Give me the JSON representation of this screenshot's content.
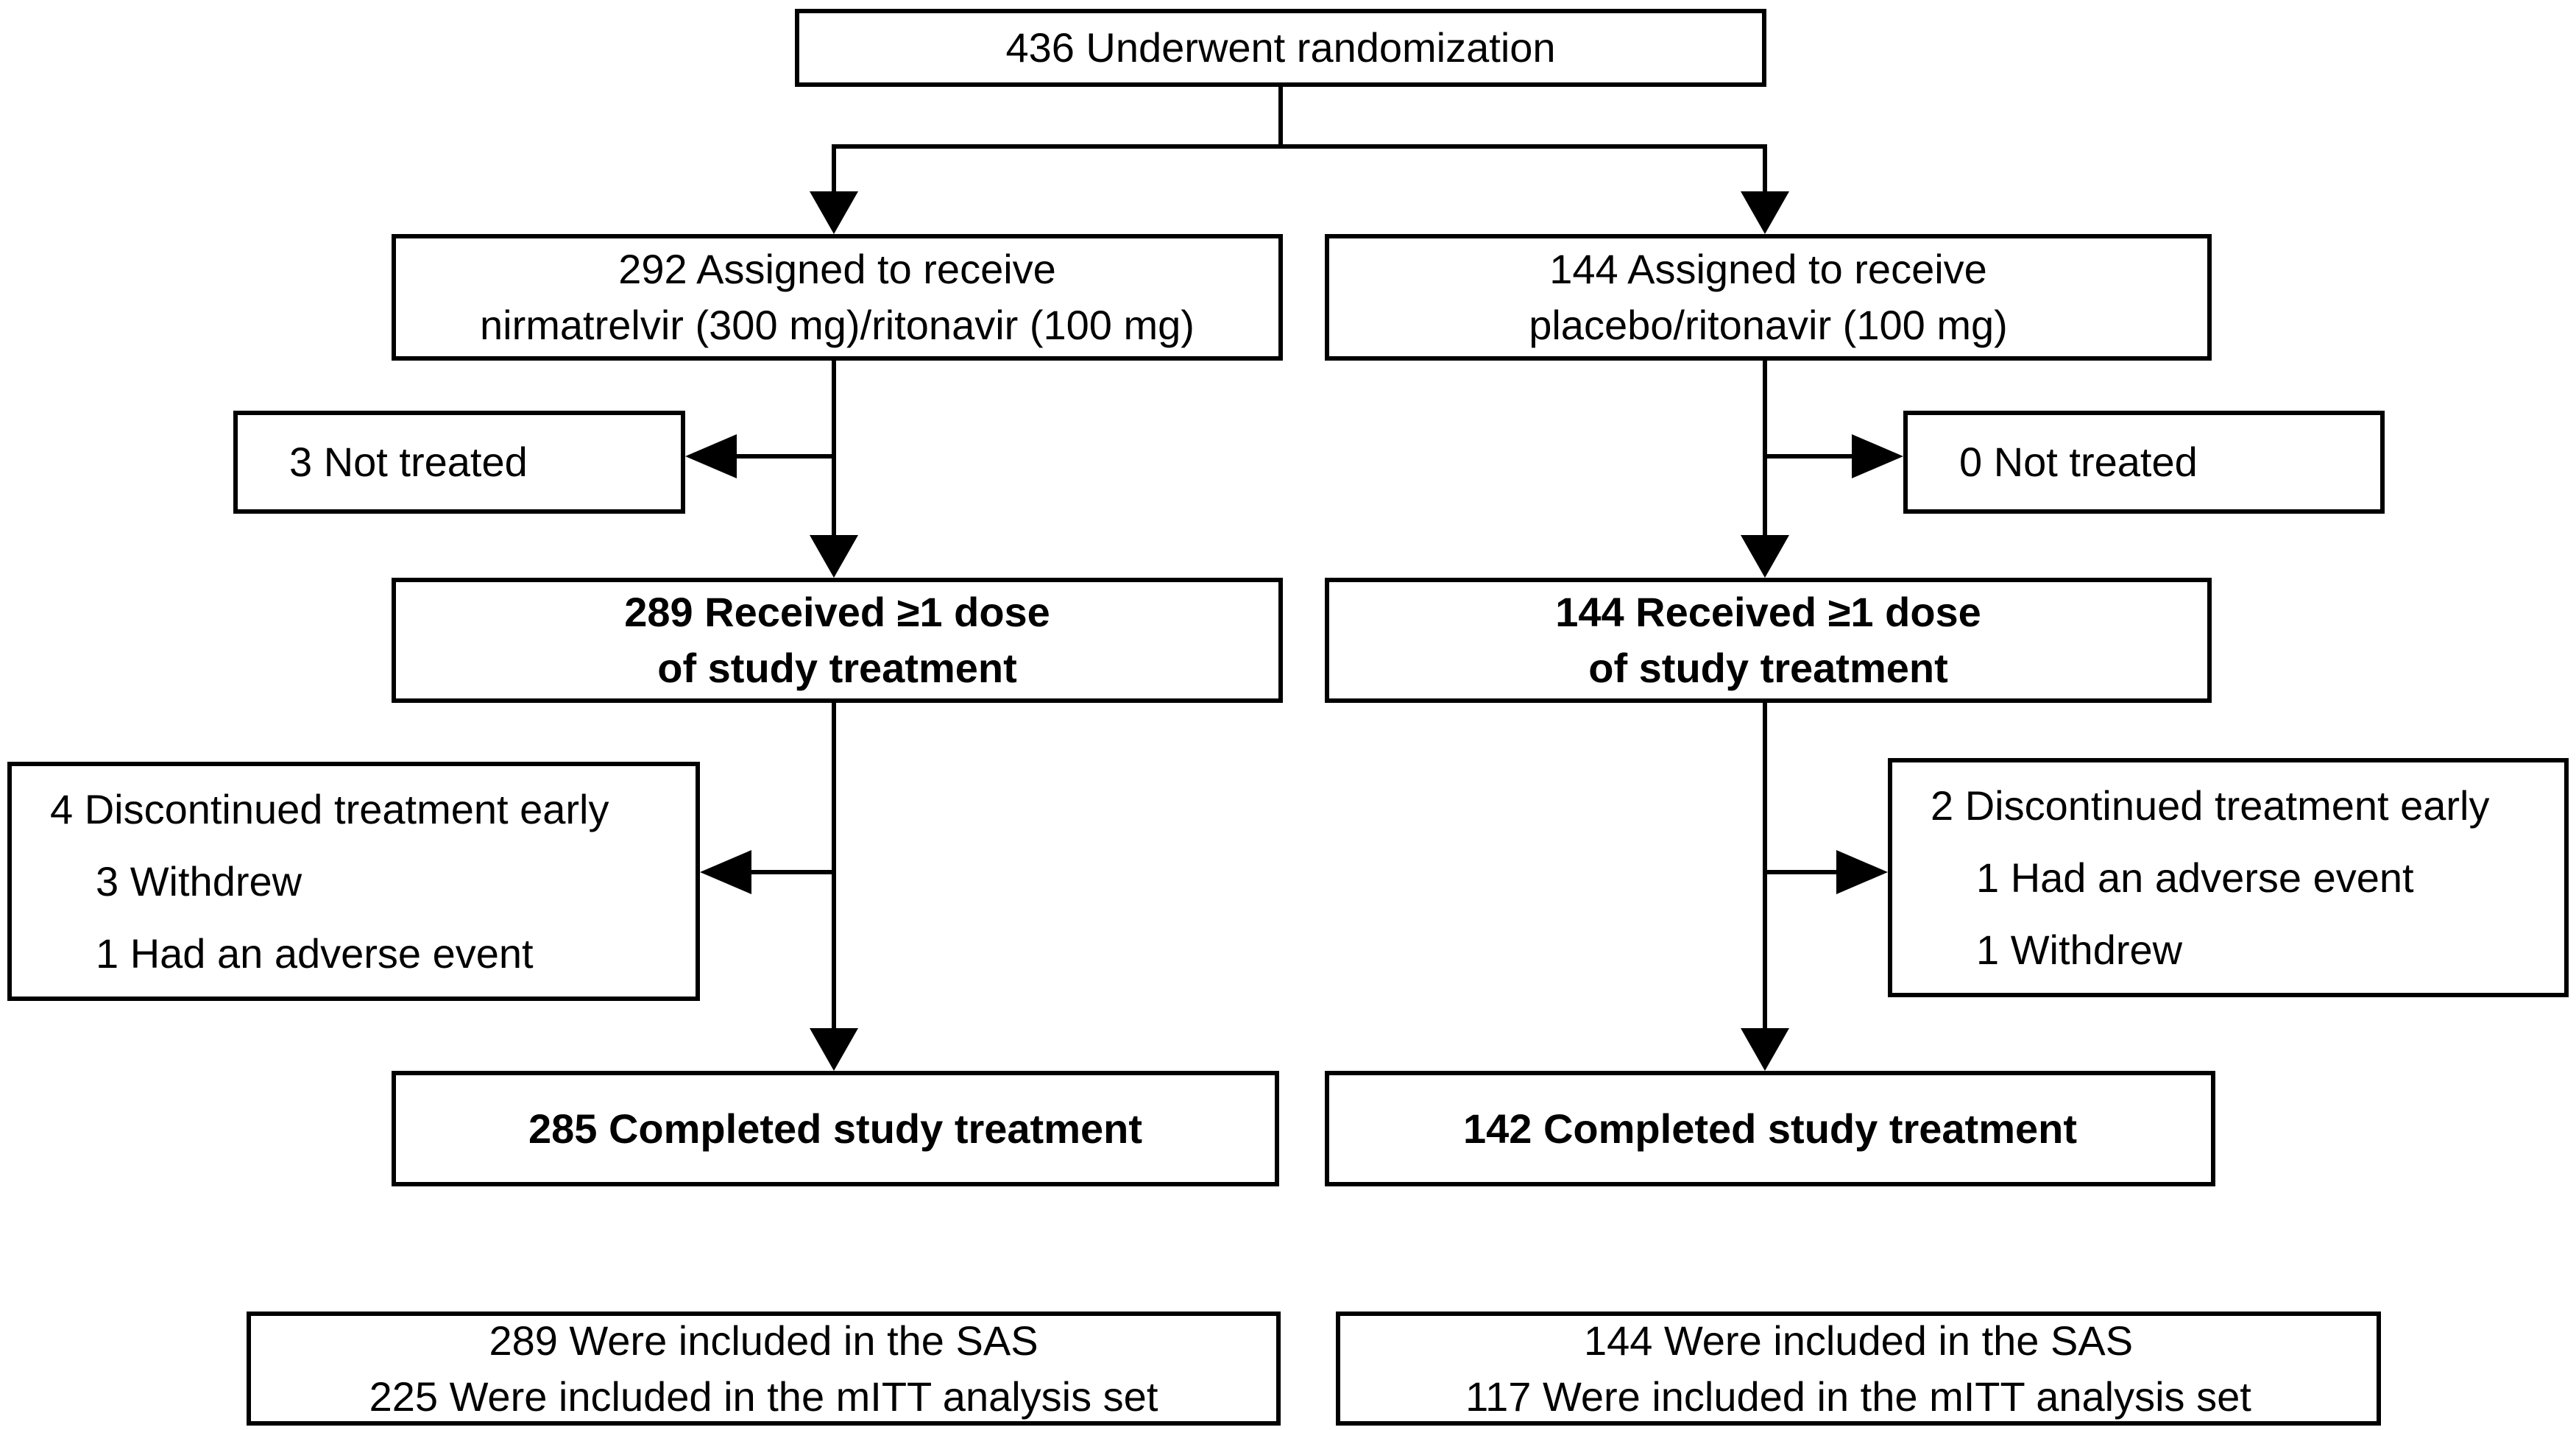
{
  "flowchart": {
    "randomization": {
      "label": "436 Underwent randomization"
    },
    "left": {
      "assigned_line1": "292 Assigned to receive",
      "assigned_line2": "nirmatrelvir (300 mg)/ritonavir (100 mg)",
      "not_treated": "3 Not treated",
      "received_line1": "289 Received ≥1 dose",
      "received_line2": "of study treatment",
      "discontinued_line1": "4 Discontinued treatment early",
      "discontinued_line2": "3 Withdrew",
      "discontinued_line3": "1 Had an adverse event",
      "completed": "285 Completed study treatment",
      "analysis_line1": "289 Were included in the SAS",
      "analysis_line2": "225 Were included in the mITT analysis set"
    },
    "right": {
      "assigned_line1": "144 Assigned to receive",
      "assigned_line2": "placebo/ritonavir (100 mg)",
      "not_treated": "0 Not treated",
      "received_line1": "144 Received ≥1 dose",
      "received_line2": "of study treatment",
      "discontinued_line1": "2 Discontinued treatment early",
      "discontinued_line2": "1 Had an adverse event",
      "discontinued_line3": "1 Withdrew",
      "completed": "142 Completed study treatment",
      "analysis_line1": "144 Were included in the SAS",
      "analysis_line2": "117 Were included in the mITT analysis set"
    },
    "colors": {
      "line": "#000000",
      "background": "#ffffff",
      "box_fill": "#ffffff"
    }
  }
}
